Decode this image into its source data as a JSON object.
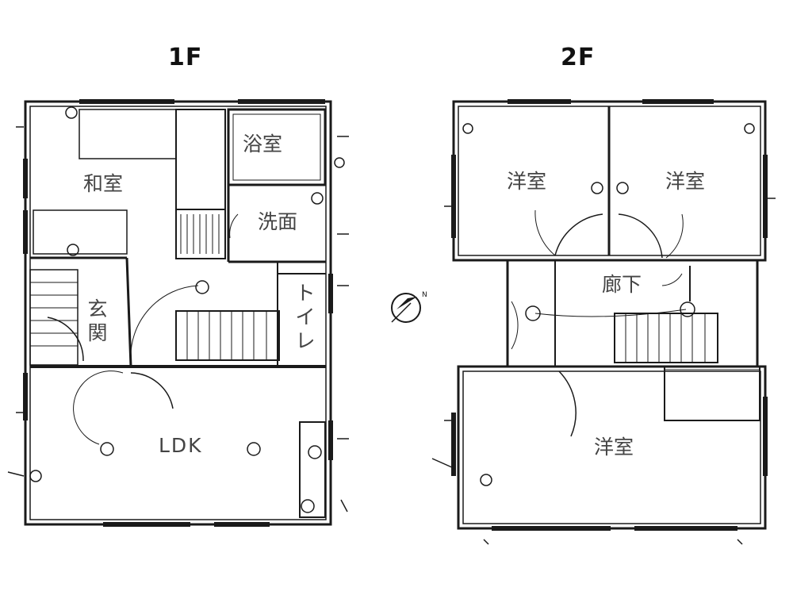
{
  "floors": {
    "first": {
      "title": "1F",
      "rooms": {
        "washitsu": "和室",
        "bath": "浴室",
        "washroom": "洗面",
        "entrance": "玄関",
        "toilet": "トイレ",
        "ldk": "LDK"
      }
    },
    "second": {
      "title": "2F",
      "rooms": {
        "western_nw": "洋室",
        "western_ne": "洋室",
        "hallway": "廊下",
        "western_s": "洋室"
      }
    }
  },
  "compass": {
    "north_mark": "N"
  },
  "colors": {
    "line": "#1a1a1a",
    "label": "#444444"
  }
}
